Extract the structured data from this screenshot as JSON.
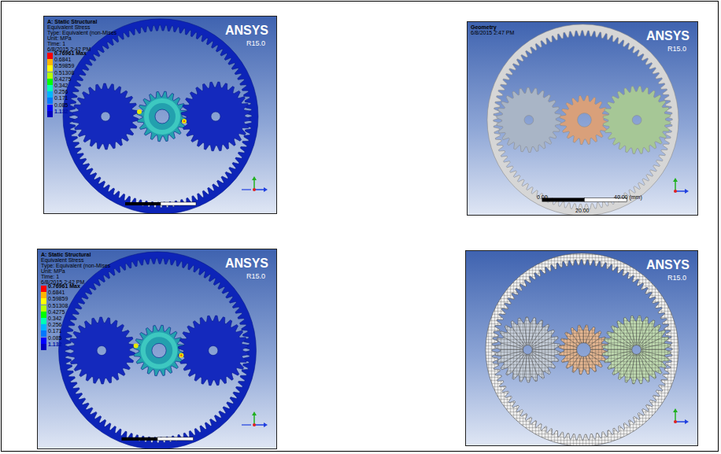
{
  "diagram": {
    "labels": [
      "A: Static Structural",
      "Equivalent Stress",
      "Type: Equivalent (non-Mises",
      "Unit: MPa",
      "Time: 1",
      "6/8/2015 2:42 PM",
      "ANSYS",
      "R15.0",
      "A: Static Structural",
      "Equivalent Stress",
      "Type: Equivalent (non-Mises",
      "Unit: MPa",
      "Time: 1",
      "6/8/2015 2:42 PM",
      "ANSYS",
      "R15.0",
      "Geometry",
      "6/8/2015 2:47 PM",
      "ANSYS",
      "R15.0",
      "0.00",
      "40.00 (mm)",
      "20.00",
      "ANSYS",
      "R15.0"
    ],
    "legend": [
      {
        "text": "0.76961 Max",
        "color": "#ff0000"
      },
      {
        "text": "0.6841",
        "color": "#ffb400"
      },
      {
        "text": "0.59859",
        "color": "#ffff00"
      },
      {
        "text": "0.51308",
        "color": "#b4ff00"
      },
      {
        "text": "0.4275",
        "color": "#00ff00"
      },
      {
        "text": "0.342",
        "color": "#00ffb4"
      },
      {
        "text": "0.256",
        "color": "#00b4ff"
      },
      {
        "text": "0.171",
        "color": "#0078ff"
      },
      {
        "text": "0.085",
        "color": "#0000ff"
      },
      {
        "text": "1.132",
        "color": "#0000c0"
      },
      {
        "text": "0.76961 Max",
        "color": "#ff0000"
      },
      {
        "text": "0.6841",
        "color": "#ffb400"
      },
      {
        "text": "0.59859",
        "color": "#ffff00"
      },
      {
        "text": "0.51308",
        "color": "#b4ff00"
      },
      {
        "text": "0.4275",
        "color": "#00ff00"
      },
      {
        "text": "0.342",
        "color": "#00ffb4"
      },
      {
        "text": "0.256",
        "color": "#00b4ff"
      },
      {
        "text": "0.171",
        "color": "#0078ff"
      },
      {
        "text": "0.085",
        "color": "#0000ff"
      },
      {
        "text": "1.132",
        "color": "#0000c0"
      }
    ]
  }
}
